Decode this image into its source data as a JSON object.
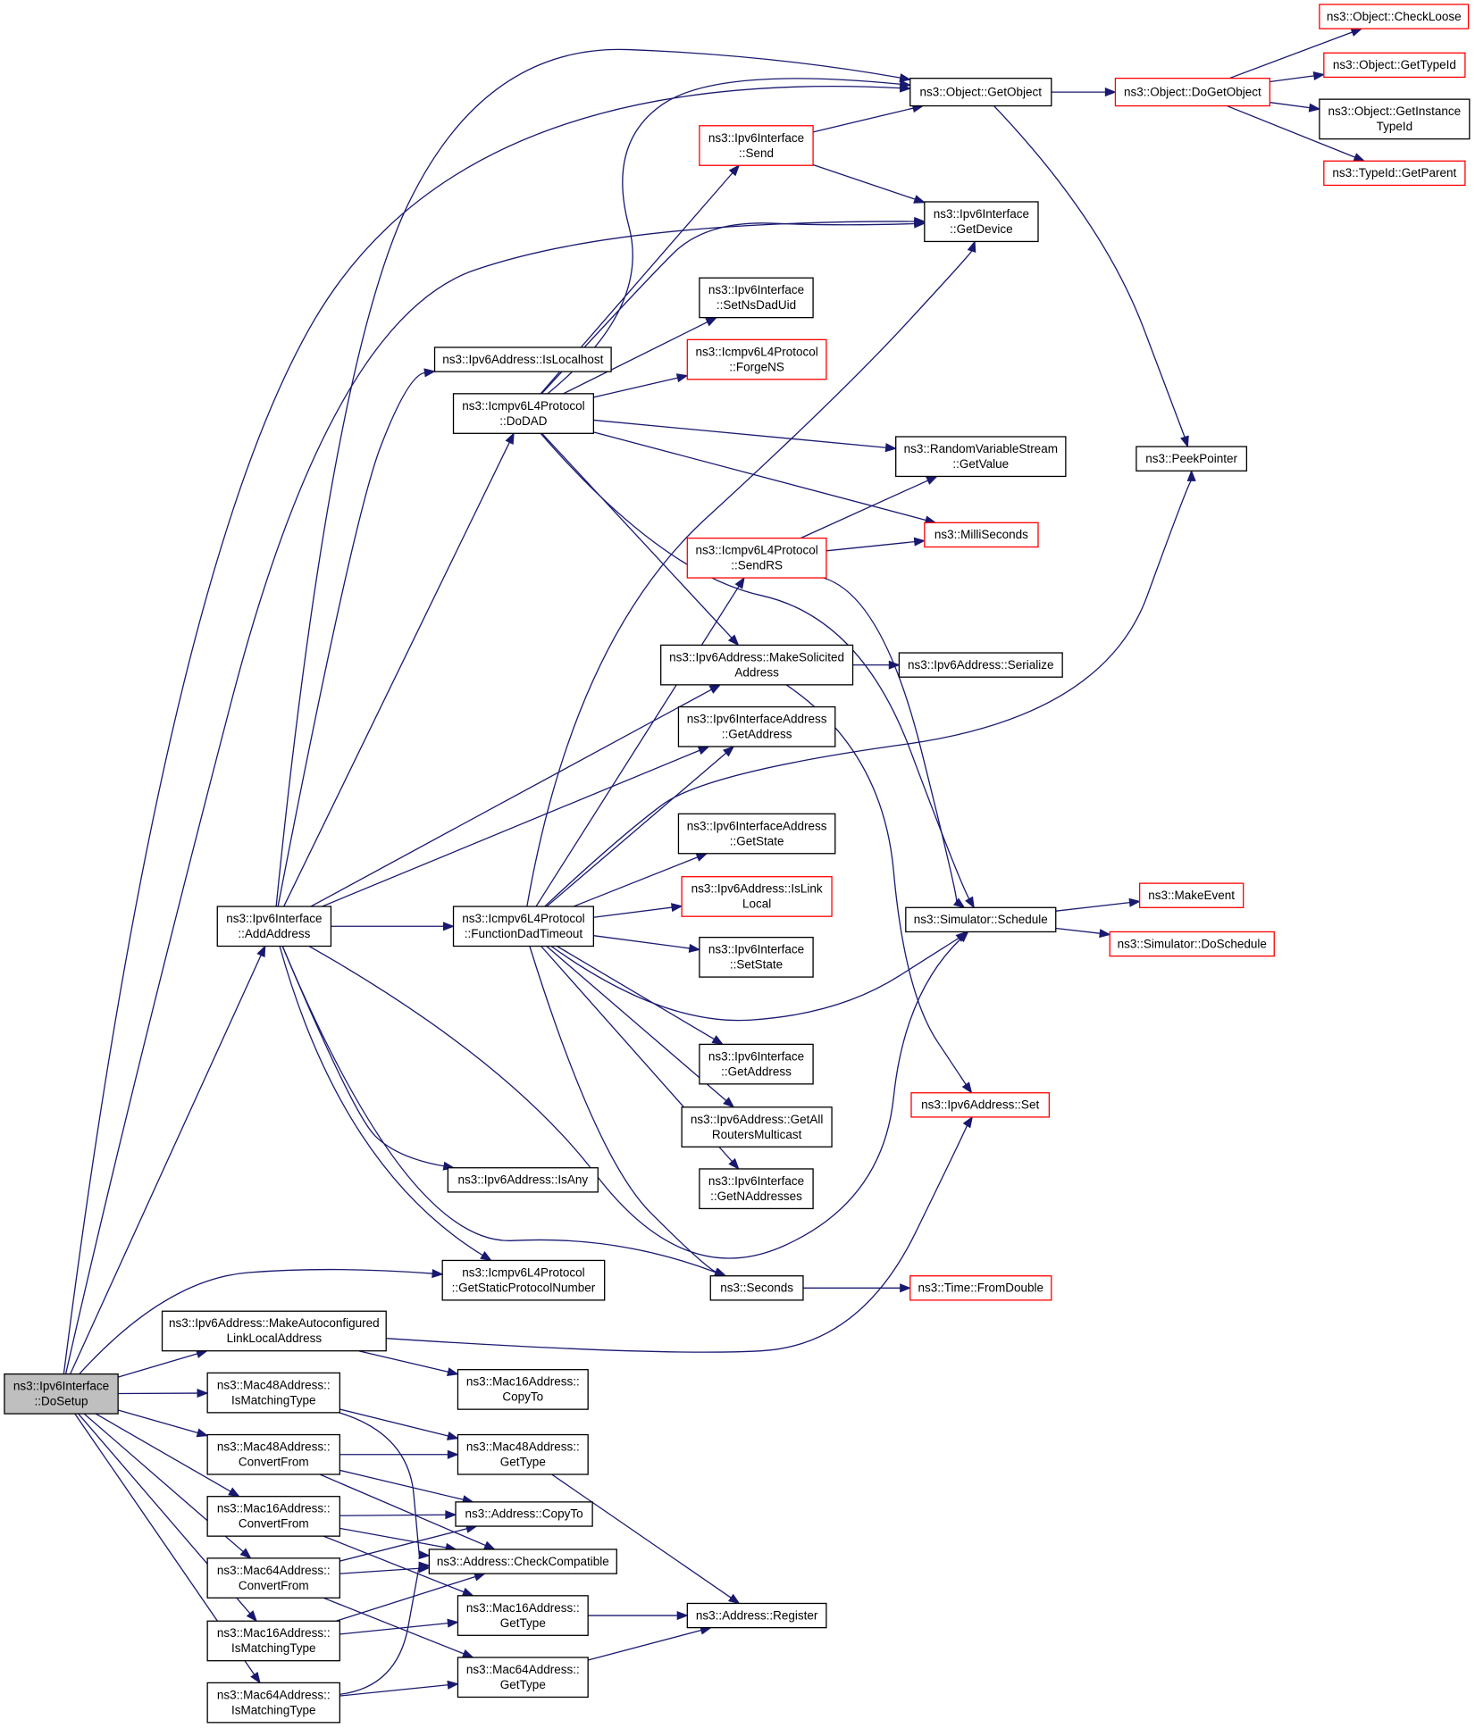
{
  "colors": {
    "edge": "#191970",
    "border_normal": "#000000",
    "border_incomplete": "#ff0000",
    "root_fill": "#bfbfbf"
  },
  "nodes": [
    {
      "id": "dosetup",
      "lines": [
        "ns3::Ipv6Interface",
        "::DoSetup"
      ],
      "style": "root"
    },
    {
      "id": "addaddress",
      "lines": [
        "ns3::Ipv6Interface",
        "::AddAddress"
      ],
      "style": "normal"
    },
    {
      "id": "makeautolinklocal",
      "lines": [
        "ns3::Ipv6Address::MakeAutoconfigured",
        "LinkLocalAddress"
      ],
      "style": "normal"
    },
    {
      "id": "mac48ismatching",
      "lines": [
        "ns3::Mac48Address::",
        "IsMatchingType"
      ],
      "style": "normal"
    },
    {
      "id": "mac48convertfrom",
      "lines": [
        "ns3::Mac48Address::",
        "ConvertFrom"
      ],
      "style": "normal"
    },
    {
      "id": "mac16convertfrom",
      "lines": [
        "ns3::Mac16Address::",
        "ConvertFrom"
      ],
      "style": "normal"
    },
    {
      "id": "mac64convertfrom",
      "lines": [
        "ns3::Mac64Address::",
        "ConvertFrom"
      ],
      "style": "normal"
    },
    {
      "id": "mac16ismatching",
      "lines": [
        "ns3::Mac16Address::",
        "IsMatchingType"
      ],
      "style": "normal"
    },
    {
      "id": "mac64ismatching",
      "lines": [
        "ns3::Mac64Address::",
        "IsMatchingType"
      ],
      "style": "normal"
    },
    {
      "id": "ipv6islocalhost",
      "lines": [
        "ns3::Ipv6Address::IsLocalhost"
      ],
      "style": "normal"
    },
    {
      "id": "dodad",
      "lines": [
        "ns3::Icmpv6L4Protocol",
        "::DoDAD"
      ],
      "style": "normal"
    },
    {
      "id": "functiondadtimeout",
      "lines": [
        "ns3::Icmpv6L4Protocol",
        "::FunctionDadTimeout"
      ],
      "style": "normal"
    },
    {
      "id": "ipv6isany",
      "lines": [
        "ns3::Ipv6Address::IsAny"
      ],
      "style": "normal"
    },
    {
      "id": "getstaticprotocolnumber",
      "lines": [
        "ns3::Icmpv6L4Protocol",
        "::GetStaticProtocolNumber"
      ],
      "style": "normal"
    },
    {
      "id": "mac16copyto",
      "lines": [
        "ns3::Mac16Address::",
        "CopyTo"
      ],
      "style": "normal"
    },
    {
      "id": "mac48gettype",
      "lines": [
        "ns3::Mac48Address::",
        "GetType"
      ],
      "style": "normal"
    },
    {
      "id": "addresscopyto",
      "lines": [
        "ns3::Address::CopyTo"
      ],
      "style": "normal"
    },
    {
      "id": "addresscheckcompatible",
      "lines": [
        "ns3::Address::CheckCompatible"
      ],
      "style": "normal"
    },
    {
      "id": "mac16gettype",
      "lines": [
        "ns3::Mac16Address::",
        "GetType"
      ],
      "style": "normal"
    },
    {
      "id": "mac64gettype",
      "lines": [
        "ns3::Mac64Address::",
        "GetType"
      ],
      "style": "normal"
    },
    {
      "id": "ifsend",
      "lines": [
        "ns3::Ipv6Interface",
        "::Send"
      ],
      "style": "incomplete"
    },
    {
      "id": "setnsdaduid",
      "lines": [
        "ns3::Ipv6Interface",
        "::SetNsDadUid"
      ],
      "style": "normal"
    },
    {
      "id": "forgens",
      "lines": [
        "ns3::Icmpv6L4Protocol",
        "::ForgeNS"
      ],
      "style": "incomplete"
    },
    {
      "id": "sendrs",
      "lines": [
        "ns3::Icmpv6L4Protocol",
        "::SendRS"
      ],
      "style": "incomplete"
    },
    {
      "id": "makesolicited",
      "lines": [
        "ns3::Ipv6Address::MakeSolicited",
        "Address"
      ],
      "style": "normal"
    },
    {
      "id": "ifaddrgetaddress",
      "lines": [
        "ns3::Ipv6InterfaceAddress",
        "::GetAddress"
      ],
      "style": "normal"
    },
    {
      "id": "ifaddrgetstate",
      "lines": [
        "ns3::Ipv6InterfaceAddress",
        "::GetState"
      ],
      "style": "normal"
    },
    {
      "id": "islinklocal",
      "lines": [
        "ns3::Ipv6Address::IsLink",
        "Local"
      ],
      "style": "incomplete"
    },
    {
      "id": "ifsetstate",
      "lines": [
        "ns3::Ipv6Interface",
        "::SetState"
      ],
      "style": "normal"
    },
    {
      "id": "ifgetaddress",
      "lines": [
        "ns3::Ipv6Interface",
        "::GetAddress"
      ],
      "style": "normal"
    },
    {
      "id": "getallrouters",
      "lines": [
        "ns3::Ipv6Address::GetAll",
        "RoutersMulticast"
      ],
      "style": "normal"
    },
    {
      "id": "getnaddresses",
      "lines": [
        "ns3::Ipv6Interface",
        "::GetNAddresses"
      ],
      "style": "normal"
    },
    {
      "id": "seconds",
      "lines": [
        "ns3::Seconds"
      ],
      "style": "normal"
    },
    {
      "id": "addressregister",
      "lines": [
        "ns3::Address::Register"
      ],
      "style": "normal"
    },
    {
      "id": "getobject",
      "lines": [
        "ns3::Object::GetObject"
      ],
      "style": "normal"
    },
    {
      "id": "getdevice",
      "lines": [
        "ns3::Ipv6Interface",
        "::GetDevice"
      ],
      "style": "normal"
    },
    {
      "id": "rvsgetvalue",
      "lines": [
        "ns3::RandomVariableStream",
        "::GetValue"
      ],
      "style": "normal"
    },
    {
      "id": "milliseconds",
      "lines": [
        "ns3::MilliSeconds"
      ],
      "style": "incomplete"
    },
    {
      "id": "serialize",
      "lines": [
        "ns3::Ipv6Address::Serialize"
      ],
      "style": "normal"
    },
    {
      "id": "schedule",
      "lines": [
        "ns3::Simulator::Schedule"
      ],
      "style": "normal"
    },
    {
      "id": "ipv6set",
      "lines": [
        "ns3::Ipv6Address::Set"
      ],
      "style": "incomplete"
    },
    {
      "id": "fromdouble",
      "lines": [
        "ns3::Time::FromDouble"
      ],
      "style": "incomplete"
    },
    {
      "id": "dogetobject",
      "lines": [
        "ns3::Object::DoGetObject"
      ],
      "style": "incomplete"
    },
    {
      "id": "peekpointer",
      "lines": [
        "ns3::PeekPointer"
      ],
      "style": "normal"
    },
    {
      "id": "makeevent",
      "lines": [
        "ns3::MakeEvent"
      ],
      "style": "incomplete"
    },
    {
      "id": "doschedule",
      "lines": [
        "ns3::Simulator::DoSchedule"
      ],
      "style": "incomplete"
    },
    {
      "id": "checkloose",
      "lines": [
        "ns3::Object::CheckLoose"
      ],
      "style": "incomplete"
    },
    {
      "id": "gettypeid",
      "lines": [
        "ns3::Object::GetTypeId"
      ],
      "style": "incomplete"
    },
    {
      "id": "getinstancetypeid",
      "lines": [
        "ns3::Object::GetInstance",
        "TypeId"
      ],
      "style": "normal"
    },
    {
      "id": "getparent",
      "lines": [
        "ns3::TypeId::GetParent"
      ],
      "style": "incomplete"
    }
  ],
  "edges": [
    [
      "dosetup",
      "addaddress"
    ],
    [
      "dosetup",
      "makeautolinklocal"
    ],
    [
      "dosetup",
      "mac48ismatching"
    ],
    [
      "dosetup",
      "mac48convertfrom"
    ],
    [
      "dosetup",
      "mac16convertfrom"
    ],
    [
      "dosetup",
      "mac64convertfrom"
    ],
    [
      "dosetup",
      "mac16ismatching"
    ],
    [
      "dosetup",
      "mac64ismatching"
    ],
    [
      "dosetup",
      "getobject"
    ],
    [
      "dosetup",
      "getdevice"
    ],
    [
      "dosetup",
      "getstaticprotocolnumber"
    ],
    [
      "addaddress",
      "ipv6islocalhost"
    ],
    [
      "addaddress",
      "dodad"
    ],
    [
      "addaddress",
      "functiondadtimeout"
    ],
    [
      "addaddress",
      "ipv6isany"
    ],
    [
      "addaddress",
      "getstaticprotocolnumber"
    ],
    [
      "addaddress",
      "seconds"
    ],
    [
      "addaddress",
      "makesolicited"
    ],
    [
      "addaddress",
      "ifaddrgetaddress"
    ],
    [
      "addaddress",
      "getobject"
    ],
    [
      "addaddress",
      "schedule"
    ],
    [
      "dodad",
      "ifsend"
    ],
    [
      "dodad",
      "setnsdaduid"
    ],
    [
      "dodad",
      "forgens"
    ],
    [
      "dodad",
      "getobject"
    ],
    [
      "dodad",
      "getdevice"
    ],
    [
      "dodad",
      "rvsgetvalue"
    ],
    [
      "dodad",
      "milliseconds"
    ],
    [
      "dodad",
      "makesolicited"
    ],
    [
      "dodad",
      "schedule"
    ],
    [
      "functiondadtimeout",
      "sendrs"
    ],
    [
      "functiondadtimeout",
      "ifaddrgetaddress"
    ],
    [
      "functiondadtimeout",
      "ifaddrgetstate"
    ],
    [
      "functiondadtimeout",
      "islinklocal"
    ],
    [
      "functiondadtimeout",
      "ifsetstate"
    ],
    [
      "functiondadtimeout",
      "ifgetaddress"
    ],
    [
      "functiondadtimeout",
      "getallrouters"
    ],
    [
      "functiondadtimeout",
      "getnaddresses"
    ],
    [
      "functiondadtimeout",
      "seconds"
    ],
    [
      "functiondadtimeout",
      "schedule"
    ],
    [
      "functiondadtimeout",
      "getdevice"
    ],
    [
      "functiondadtimeout",
      "peekpointer"
    ],
    [
      "ifsend",
      "getobject"
    ],
    [
      "ifsend",
      "getdevice"
    ],
    [
      "sendrs",
      "rvsgetvalue"
    ],
    [
      "sendrs",
      "milliseconds"
    ],
    [
      "sendrs",
      "schedule"
    ],
    [
      "makesolicited",
      "serialize"
    ],
    [
      "makesolicited",
      "ipv6set"
    ],
    [
      "makeautolinklocal",
      "mac16copyto"
    ],
    [
      "makeautolinklocal",
      "ipv6set"
    ],
    [
      "mac48ismatching",
      "mac48gettype"
    ],
    [
      "mac48ismatching",
      "addresscheckcompatible"
    ],
    [
      "mac48convertfrom",
      "mac48gettype"
    ],
    [
      "mac48convertfrom",
      "addresscopyto"
    ],
    [
      "mac48convertfrom",
      "addresscheckcompatible"
    ],
    [
      "mac16convertfrom",
      "addresscopyto"
    ],
    [
      "mac16convertfrom",
      "addresscheckcompatible"
    ],
    [
      "mac16convertfrom",
      "mac16gettype"
    ],
    [
      "mac64convertfrom",
      "addresscopyto"
    ],
    [
      "mac64convertfrom",
      "addresscheckcompatible"
    ],
    [
      "mac64convertfrom",
      "mac64gettype"
    ],
    [
      "mac16ismatching",
      "addresscheckcompatible"
    ],
    [
      "mac16ismatching",
      "mac16gettype"
    ],
    [
      "mac64ismatching",
      "addresscheckcompatible"
    ],
    [
      "mac64ismatching",
      "mac64gettype"
    ],
    [
      "mac48gettype",
      "addressregister"
    ],
    [
      "mac16gettype",
      "addressregister"
    ],
    [
      "mac64gettype",
      "addressregister"
    ],
    [
      "seconds",
      "fromdouble"
    ],
    [
      "getobject",
      "dogetobject"
    ],
    [
      "getobject",
      "peekpointer"
    ],
    [
      "dogetobject",
      "checkloose"
    ],
    [
      "dogetobject",
      "gettypeid"
    ],
    [
      "dogetobject",
      "getinstancetypeid"
    ],
    [
      "dogetobject",
      "getparent"
    ],
    [
      "schedule",
      "makeevent"
    ],
    [
      "schedule",
      "doschedule"
    ]
  ]
}
